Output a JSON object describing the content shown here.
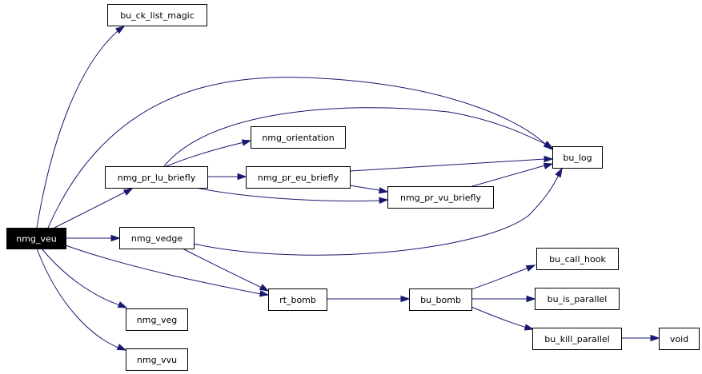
{
  "graph": {
    "root": "nmg_veu",
    "colors": {
      "edge": "#191970",
      "node_border": "#000000",
      "root_fill": "#000000",
      "root_text": "#ffffff"
    },
    "nodes": [
      {
        "id": "nmg_veu",
        "label": "nmg_veu",
        "root": true
      },
      {
        "id": "bu_ck_list_magic",
        "label": "bu_ck_list_magic"
      },
      {
        "id": "nmg_pr_lu_briefly",
        "label": "nmg_pr_lu_briefly"
      },
      {
        "id": "nmg_orientation",
        "label": "nmg_orientation"
      },
      {
        "id": "nmg_pr_eu_briefly",
        "label": "nmg_pr_eu_briefly"
      },
      {
        "id": "bu_log",
        "label": "bu_log"
      },
      {
        "id": "nmg_pr_vu_briefly",
        "label": "nmg_pr_vu_briefly"
      },
      {
        "id": "nmg_vedge",
        "label": "nmg_vedge"
      },
      {
        "id": "rt_bomb",
        "label": "rt_bomb"
      },
      {
        "id": "bu_bomb",
        "label": "bu_bomb"
      },
      {
        "id": "bu_call_hook",
        "label": "bu_call_hook"
      },
      {
        "id": "bu_is_parallel",
        "label": "bu_is_parallel"
      },
      {
        "id": "bu_kill_parallel",
        "label": "bu_kill_parallel"
      },
      {
        "id": "void",
        "label": "void"
      },
      {
        "id": "nmg_veg",
        "label": "nmg_veg"
      },
      {
        "id": "nmg_vvu",
        "label": "nmg_vvu"
      }
    ],
    "edges": [
      {
        "from": "nmg_veu",
        "to": "bu_ck_list_magic"
      },
      {
        "from": "nmg_veu",
        "to": "bu_log"
      },
      {
        "from": "nmg_veu",
        "to": "nmg_pr_lu_briefly"
      },
      {
        "from": "nmg_veu",
        "to": "nmg_vedge"
      },
      {
        "from": "nmg_veu",
        "to": "rt_bomb"
      },
      {
        "from": "nmg_veu",
        "to": "nmg_veg"
      },
      {
        "from": "nmg_veu",
        "to": "nmg_vvu"
      },
      {
        "from": "nmg_pr_lu_briefly",
        "to": "nmg_orientation"
      },
      {
        "from": "nmg_pr_lu_briefly",
        "to": "bu_log"
      },
      {
        "from": "nmg_pr_lu_briefly",
        "to": "nmg_pr_eu_briefly"
      },
      {
        "from": "nmg_pr_lu_briefly",
        "to": "nmg_pr_vu_briefly"
      },
      {
        "from": "nmg_pr_eu_briefly",
        "to": "bu_log"
      },
      {
        "from": "nmg_pr_eu_briefly",
        "to": "nmg_pr_vu_briefly"
      },
      {
        "from": "nmg_pr_vu_briefly",
        "to": "bu_log"
      },
      {
        "from": "nmg_vedge",
        "to": "bu_log"
      },
      {
        "from": "nmg_vedge",
        "to": "rt_bomb"
      },
      {
        "from": "rt_bomb",
        "to": "bu_bomb"
      },
      {
        "from": "bu_bomb",
        "to": "bu_call_hook"
      },
      {
        "from": "bu_bomb",
        "to": "bu_is_parallel"
      },
      {
        "from": "bu_bomb",
        "to": "bu_kill_parallel"
      },
      {
        "from": "bu_kill_parallel",
        "to": "void"
      }
    ]
  }
}
